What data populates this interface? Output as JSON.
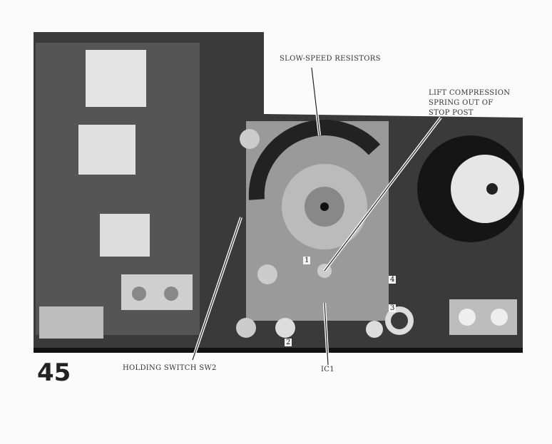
{
  "labels": {
    "slow_speed": "SLOW-SPEED RESISTORS",
    "lift_spring": "LIFT COMPRESSION\nSPRING OUT OF\nSTOP POST",
    "holding_switch": "HOLDING SWITCH SW2",
    "ic1": "IC1"
  },
  "callouts": [
    "1",
    "2",
    "3",
    "4"
  ],
  "page_number": "45"
}
